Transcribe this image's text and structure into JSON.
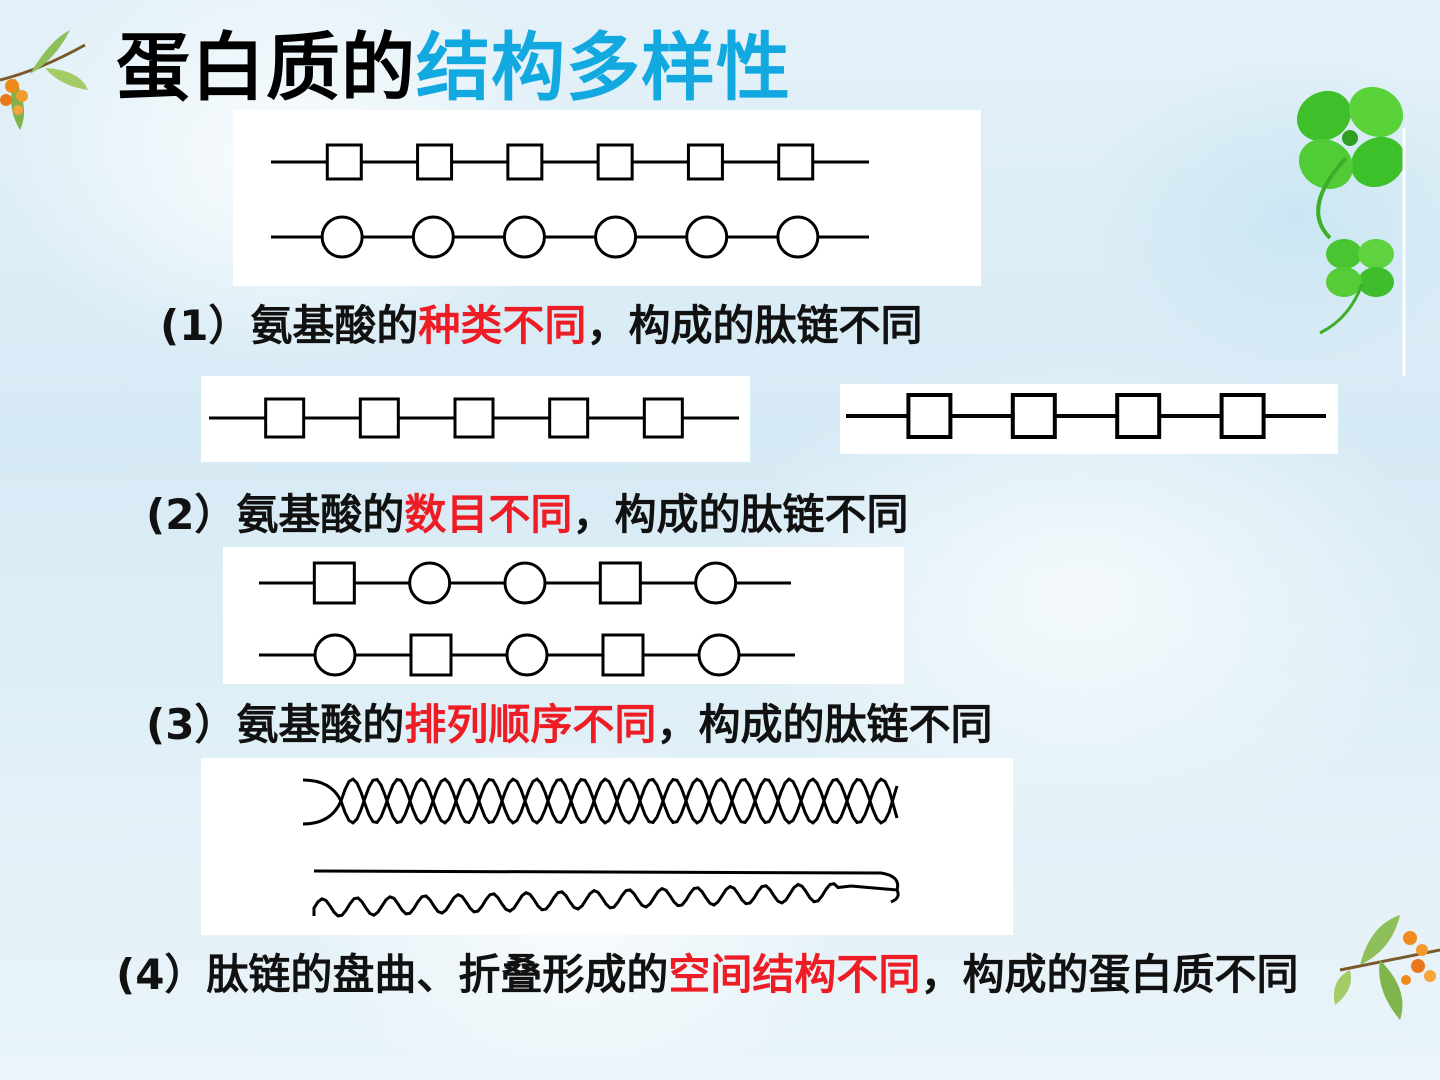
{
  "title": {
    "main": "蛋白质的",
    "accent": "结构多样性"
  },
  "colors": {
    "accent_blue": "#12a8e0",
    "highlight_red": "#ee1c24",
    "text": "#111111"
  },
  "items": [
    {
      "prefix": "(1）氨基酸的",
      "highlight": "种类不同",
      "suffix": "，构成的肽链不同"
    },
    {
      "prefix": "(2）氨基酸的",
      "highlight": "数目不同",
      "suffix": "，构成的肽链不同"
    },
    {
      "prefix": "(3）氨基酸的",
      "highlight": "排列顺序不同",
      "suffix": "，构成的肽链不同"
    },
    {
      "prefix": "(4）肽链的盘曲、折叠形成的",
      "highlight": "空间结构不同",
      "suffix": "，构成的蛋白质不同"
    }
  ],
  "diagrams": {
    "kinds_chain_a": [
      "square",
      "square",
      "square",
      "square",
      "square",
      "square"
    ],
    "kinds_chain_b": [
      "circle",
      "circle",
      "circle",
      "circle",
      "circle",
      "circle"
    ],
    "number_chain_a": [
      "square",
      "square",
      "square",
      "square",
      "square"
    ],
    "number_chain_b": [
      "square",
      "square",
      "square",
      "square"
    ],
    "order_chain_a": [
      "square",
      "circle",
      "circle",
      "square",
      "circle"
    ],
    "order_chain_b": [
      "circle",
      "square",
      "circle",
      "square",
      "circle"
    ]
  },
  "decorations": {
    "top_left": "berry-branch-icon",
    "top_right": "clover-icon",
    "bottom_right": "berry-branch-icon"
  }
}
